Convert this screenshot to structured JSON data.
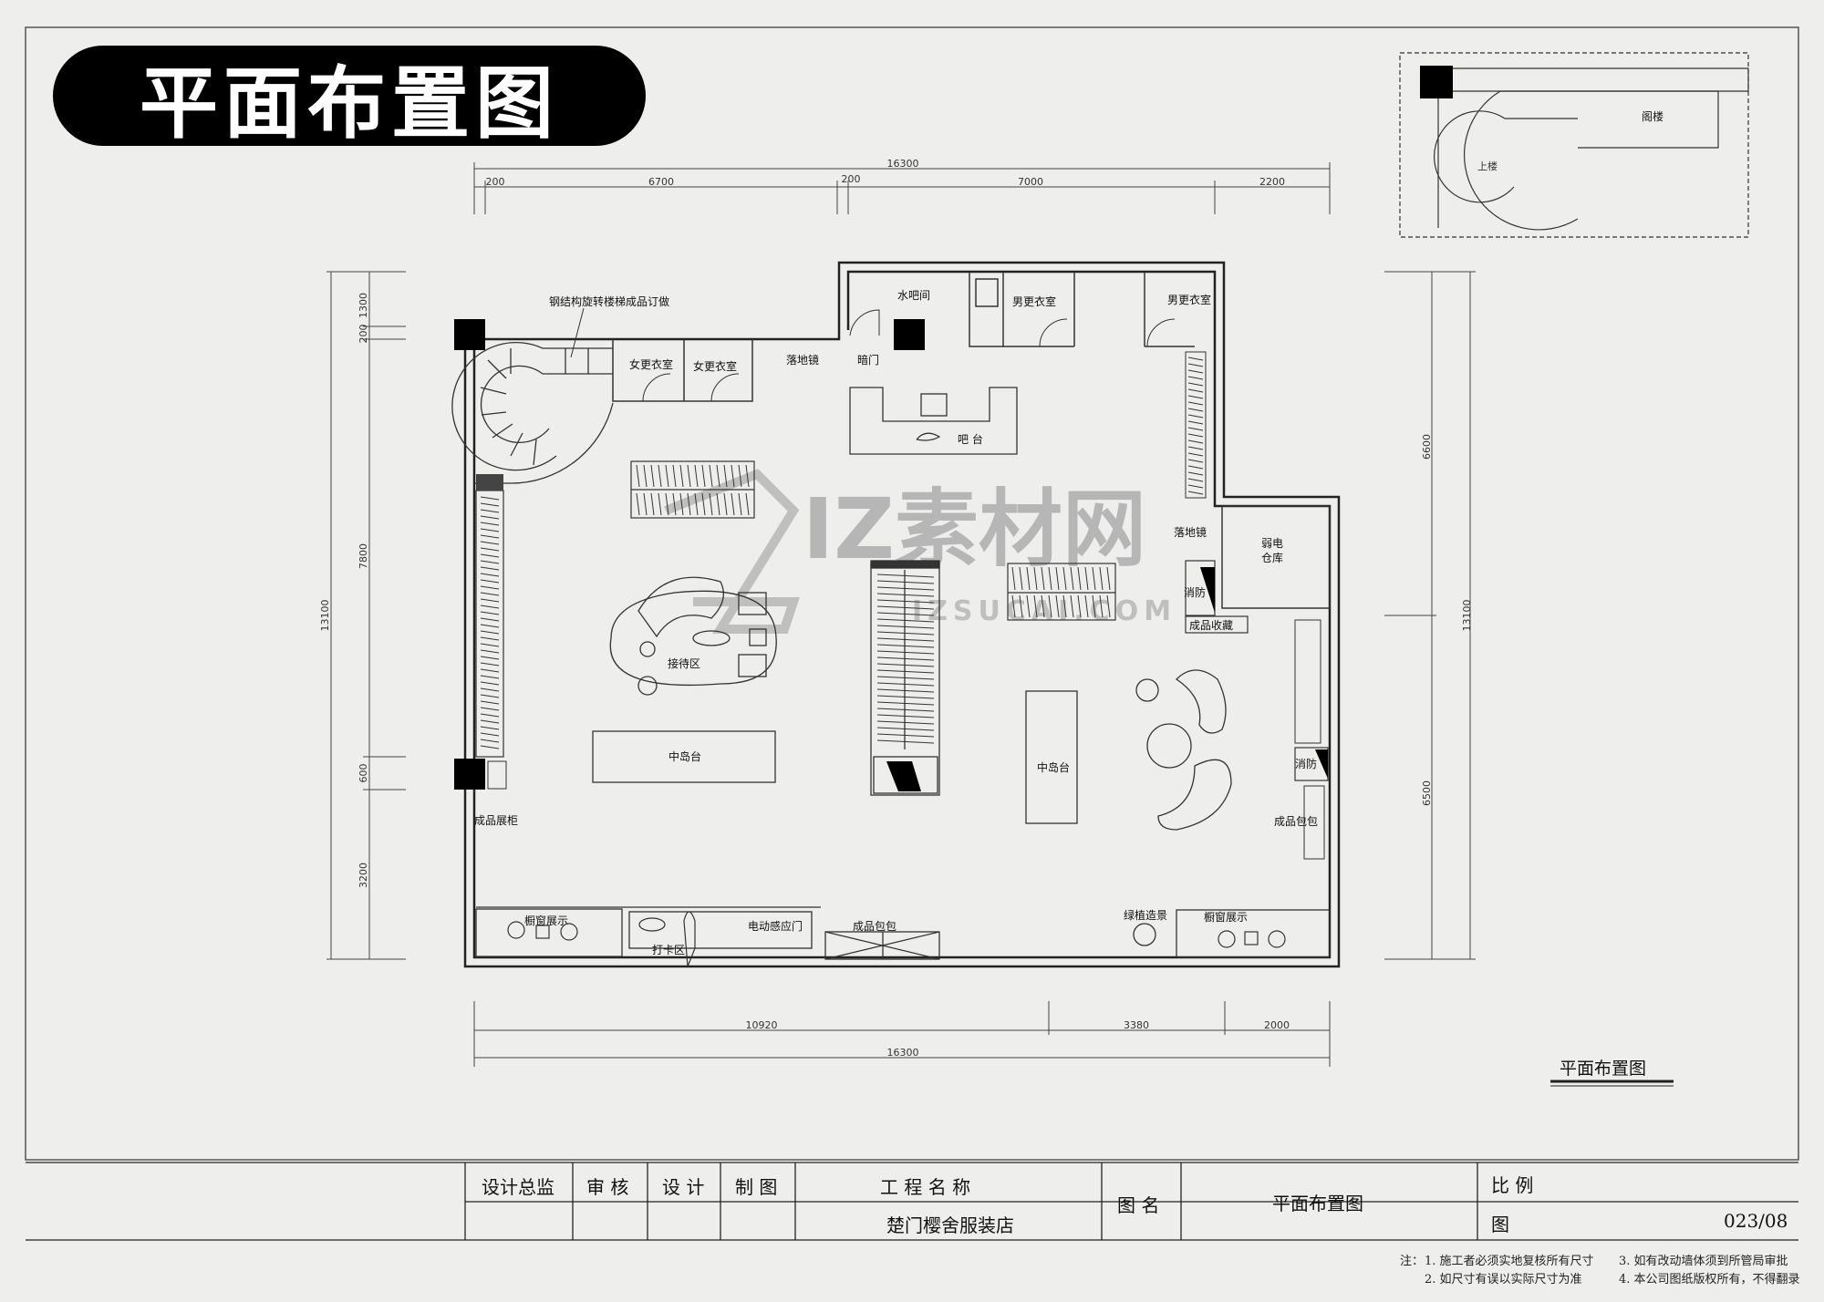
{
  "banner": {
    "title": "平面布置图"
  },
  "dimensions": {
    "top_total": "16300",
    "top_segments": [
      "200",
      "6700",
      "200",
      "7000",
      "2200"
    ],
    "bottom_segments": [
      "10920",
      "3380",
      "2000"
    ],
    "bottom_total": "16300",
    "left_segments": [
      "1300",
      "200",
      "7800",
      "600",
      "3200"
    ],
    "left_total": "13100",
    "right_segments": [
      "6600",
      "6500"
    ],
    "right_total": "13100"
  },
  "rooms": {
    "stair_label": "钢结构旋转楼梯成品订做",
    "water_bar": "水吧间",
    "male_fitting_1": "男更衣室",
    "male_fitting_2": "男更衣室",
    "female_fitting_1": "女更衣室",
    "female_fitting_2": "女更衣室",
    "mirror_1": "落地镜",
    "hidden_door": "暗门",
    "reception": "吧 台",
    "mirror_2": "落地镜",
    "storage": "弱电\n仓库",
    "fire_1": "消防",
    "fire_2": "消防",
    "shoe_cabinet": "成品收藏",
    "lounge": "接待区",
    "island_1": "中岛台",
    "island_2": "中岛台",
    "product_left": "成品展柜",
    "product_right": "成品包包",
    "product_bottom": "成品包包",
    "sensor_door": "电动感应门",
    "photo_zone": "打卡区",
    "display_left": "橱窗展示",
    "display_right": "橱窗展示",
    "small_right": "绿植造景"
  },
  "mezzanine": {
    "label": "阁楼",
    "stair": "上楼"
  },
  "plan_caption": "平面布置图",
  "watermark": {
    "main": "IZ素材网",
    "sub": "IZSUCAI.COM"
  },
  "title_block": {
    "director": "设计总监",
    "review": "审 核",
    "design": "设 计",
    "drawing": "制 图",
    "project_name_label": "工 程 名 称",
    "project_name": "楚门樱舍服装店",
    "drawing_name_label": "图 名",
    "drawing_name": "平面布置图",
    "scale_label": "比 例",
    "figure_label": "图",
    "date": "023/08"
  },
  "notes": {
    "prefix": "注：",
    "n1": "1. 施工者必须实地复核所有尺寸",
    "n2": "2. 如尺寸有误以实际尺寸为准",
    "n3": "3. 如有改动墙体须到所管局审批",
    "n4": "4. 本公司图纸版权所有，不得翻录"
  }
}
